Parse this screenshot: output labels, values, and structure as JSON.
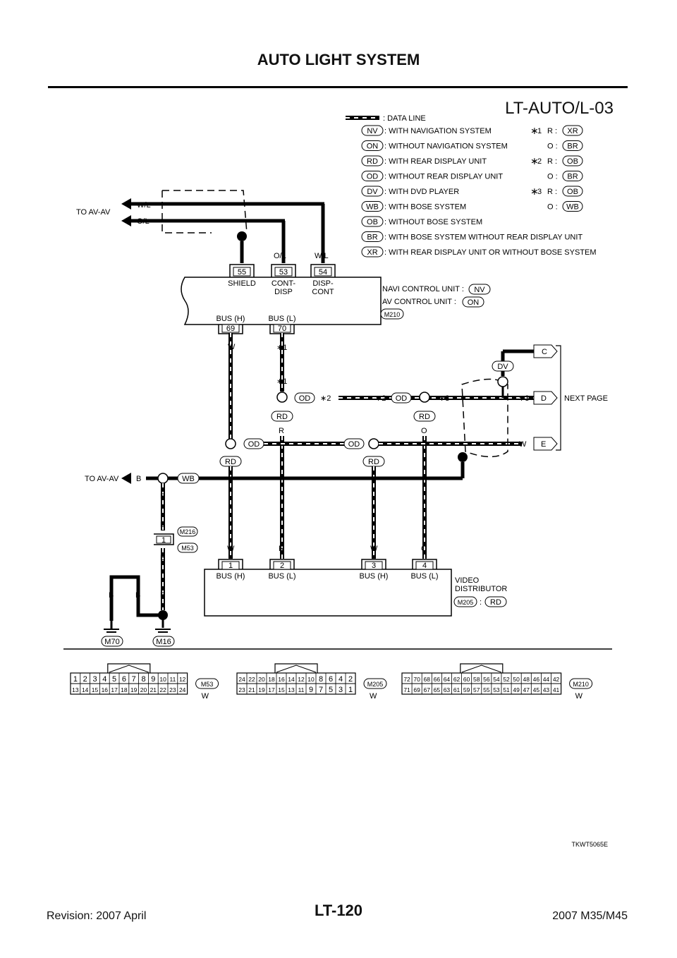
{
  "header": {
    "title": "AUTO LIGHT SYSTEM",
    "diagram_code": "LT-AUTO/L-03"
  },
  "legend": {
    "data_line": ": DATA LINE",
    "items": [
      {
        "code": "NV",
        "text": ": WITH NAVIGATION SYSTEM"
      },
      {
        "code": "ON",
        "text": ": WITHOUT NAVIGATION SYSTEM"
      },
      {
        "code": "RD",
        "text": ": WITH REAR DISPLAY UNIT"
      },
      {
        "code": "OD",
        "text": ": WITHOUT REAR DISPLAY UNIT"
      },
      {
        "code": "DV",
        "text": ": WITH DVD PLAYER"
      },
      {
        "code": "WB",
        "text": ": WITH BOSE SYSTEM"
      },
      {
        "code": "OB",
        "text": ": WITHOUT BOSE SYSTEM"
      },
      {
        "code": "BR",
        "text": ": WITH BOSE SYSTEM WITHOUT REAR DISPLAY UNIT"
      },
      {
        "code": "XR",
        "text": ": WITH REAR DISPLAY UNIT OR WITHOUT BOSE SYSTEM"
      }
    ],
    "notes": [
      {
        "star": "∗",
        "num": "1",
        "r_label": "R :",
        "r_code": "XR",
        "o_label": "O :",
        "o_code": "BR"
      },
      {
        "star": "∗",
        "num": "2",
        "r_label": "R :",
        "r_code": "OB",
        "o_label": "O :",
        "o_code": "BR"
      },
      {
        "star": "∗",
        "num": "3",
        "r_label": "R :",
        "r_code": "OB",
        "o_label": "O :",
        "o_code": "WB"
      }
    ]
  },
  "top": {
    "to_av_av": "TO AV-AV",
    "wl": "W/L",
    "ol": "O/L",
    "ol_wire": "O/L",
    "wl_wire": "W/L"
  },
  "control_unit": {
    "pins_top": [
      {
        "num": "55",
        "name": "SHIELD",
        "name2": ""
      },
      {
        "num": "53",
        "name": "CONT-",
        "name2": "DISP"
      },
      {
        "num": "54",
        "name": "DISP-",
        "name2": "CONT"
      }
    ],
    "pins_bottom": [
      {
        "num": "69",
        "name": "BUS (H)"
      },
      {
        "num": "70",
        "name": "BUS (L)"
      }
    ],
    "navi_label": "NAVI CONTROL UNIT :",
    "navi_code": "NV",
    "av_label": "AV CONTROL UNIT :",
    "av_code": "ON",
    "connector": "M210"
  },
  "wires": {
    "w_top": "W",
    "star1a": "∗1",
    "star1b": "∗1",
    "od1": "OD",
    "star2a": "∗2",
    "star2b": "∗2",
    "od2": "OD",
    "star3a": "∗3",
    "star3b": "∗3",
    "rd1": "RD",
    "r1": "R",
    "rd2": "RD",
    "o1": "O",
    "od3": "OD",
    "od4": "OD",
    "w_e": "W",
    "rd3": "RD",
    "rd4": "RD",
    "dv": "DV",
    "to_av_av2": "TO AV-AV",
    "b_left": "B",
    "wb": "WB",
    "b1": "B",
    "b2": "B",
    "b3": "B",
    "joint_pin": "1",
    "joint_m216": "M216",
    "joint_m53": "M53",
    "w_bottom1": "W",
    "r_bottom": "R",
    "w_bottom2": "W",
    "o_bottom": "O",
    "b_gnd1": "B",
    "b_gnd2": "B",
    "b_gnd3": "B",
    "gnd1": "M70",
    "gnd2": "M16"
  },
  "next_page": {
    "label": "NEXT PAGE",
    "c": "C",
    "d": "D",
    "e": "E"
  },
  "video_distributor": {
    "pins": [
      {
        "num": "1",
        "name": "BUS (H)"
      },
      {
        "num": "2",
        "name": "BUS (L)"
      },
      {
        "num": "3",
        "name": "BUS (H)"
      },
      {
        "num": "4",
        "name": "BUS (L)"
      }
    ],
    "name1": "VIDEO",
    "name2": "DISTRIBUTOR",
    "connector": "M205",
    "colon": ":",
    "code": "RD"
  },
  "connector_views": [
    {
      "id": "M53",
      "color": "W",
      "row1": [
        "1",
        "2",
        "3",
        "4",
        "5",
        "6",
        "7",
        "8",
        "9",
        "10",
        "11",
        "12"
      ],
      "row2": [
        "13",
        "14",
        "15",
        "16",
        "17",
        "18",
        "19",
        "20",
        "21",
        "22",
        "23",
        "24"
      ]
    },
    {
      "id": "M205",
      "color": "W",
      "row1": [
        "24",
        "22",
        "20",
        "18",
        "16",
        "14",
        "12",
        "10",
        "8",
        "6",
        "4",
        "2"
      ],
      "row2": [
        "23",
        "21",
        "19",
        "17",
        "15",
        "13",
        "11",
        "9",
        "7",
        "5",
        "3",
        "1"
      ]
    },
    {
      "id": "M210",
      "color": "W",
      "row1": [
        "72",
        "70",
        "68",
        "66",
        "64",
        "62",
        "60",
        "58",
        "56",
        "54",
        "52",
        "50",
        "48",
        "46",
        "44",
        "42"
      ],
      "row2": [
        "71",
        "69",
        "67",
        "65",
        "63",
        "61",
        "59",
        "57",
        "55",
        "53",
        "51",
        "49",
        "47",
        "45",
        "43",
        "41"
      ]
    }
  ],
  "figure_code": "TKWT5065E",
  "footer": {
    "revision": "Revision: 2007 April",
    "page": "LT-120",
    "model": "2007 M35/M45"
  }
}
